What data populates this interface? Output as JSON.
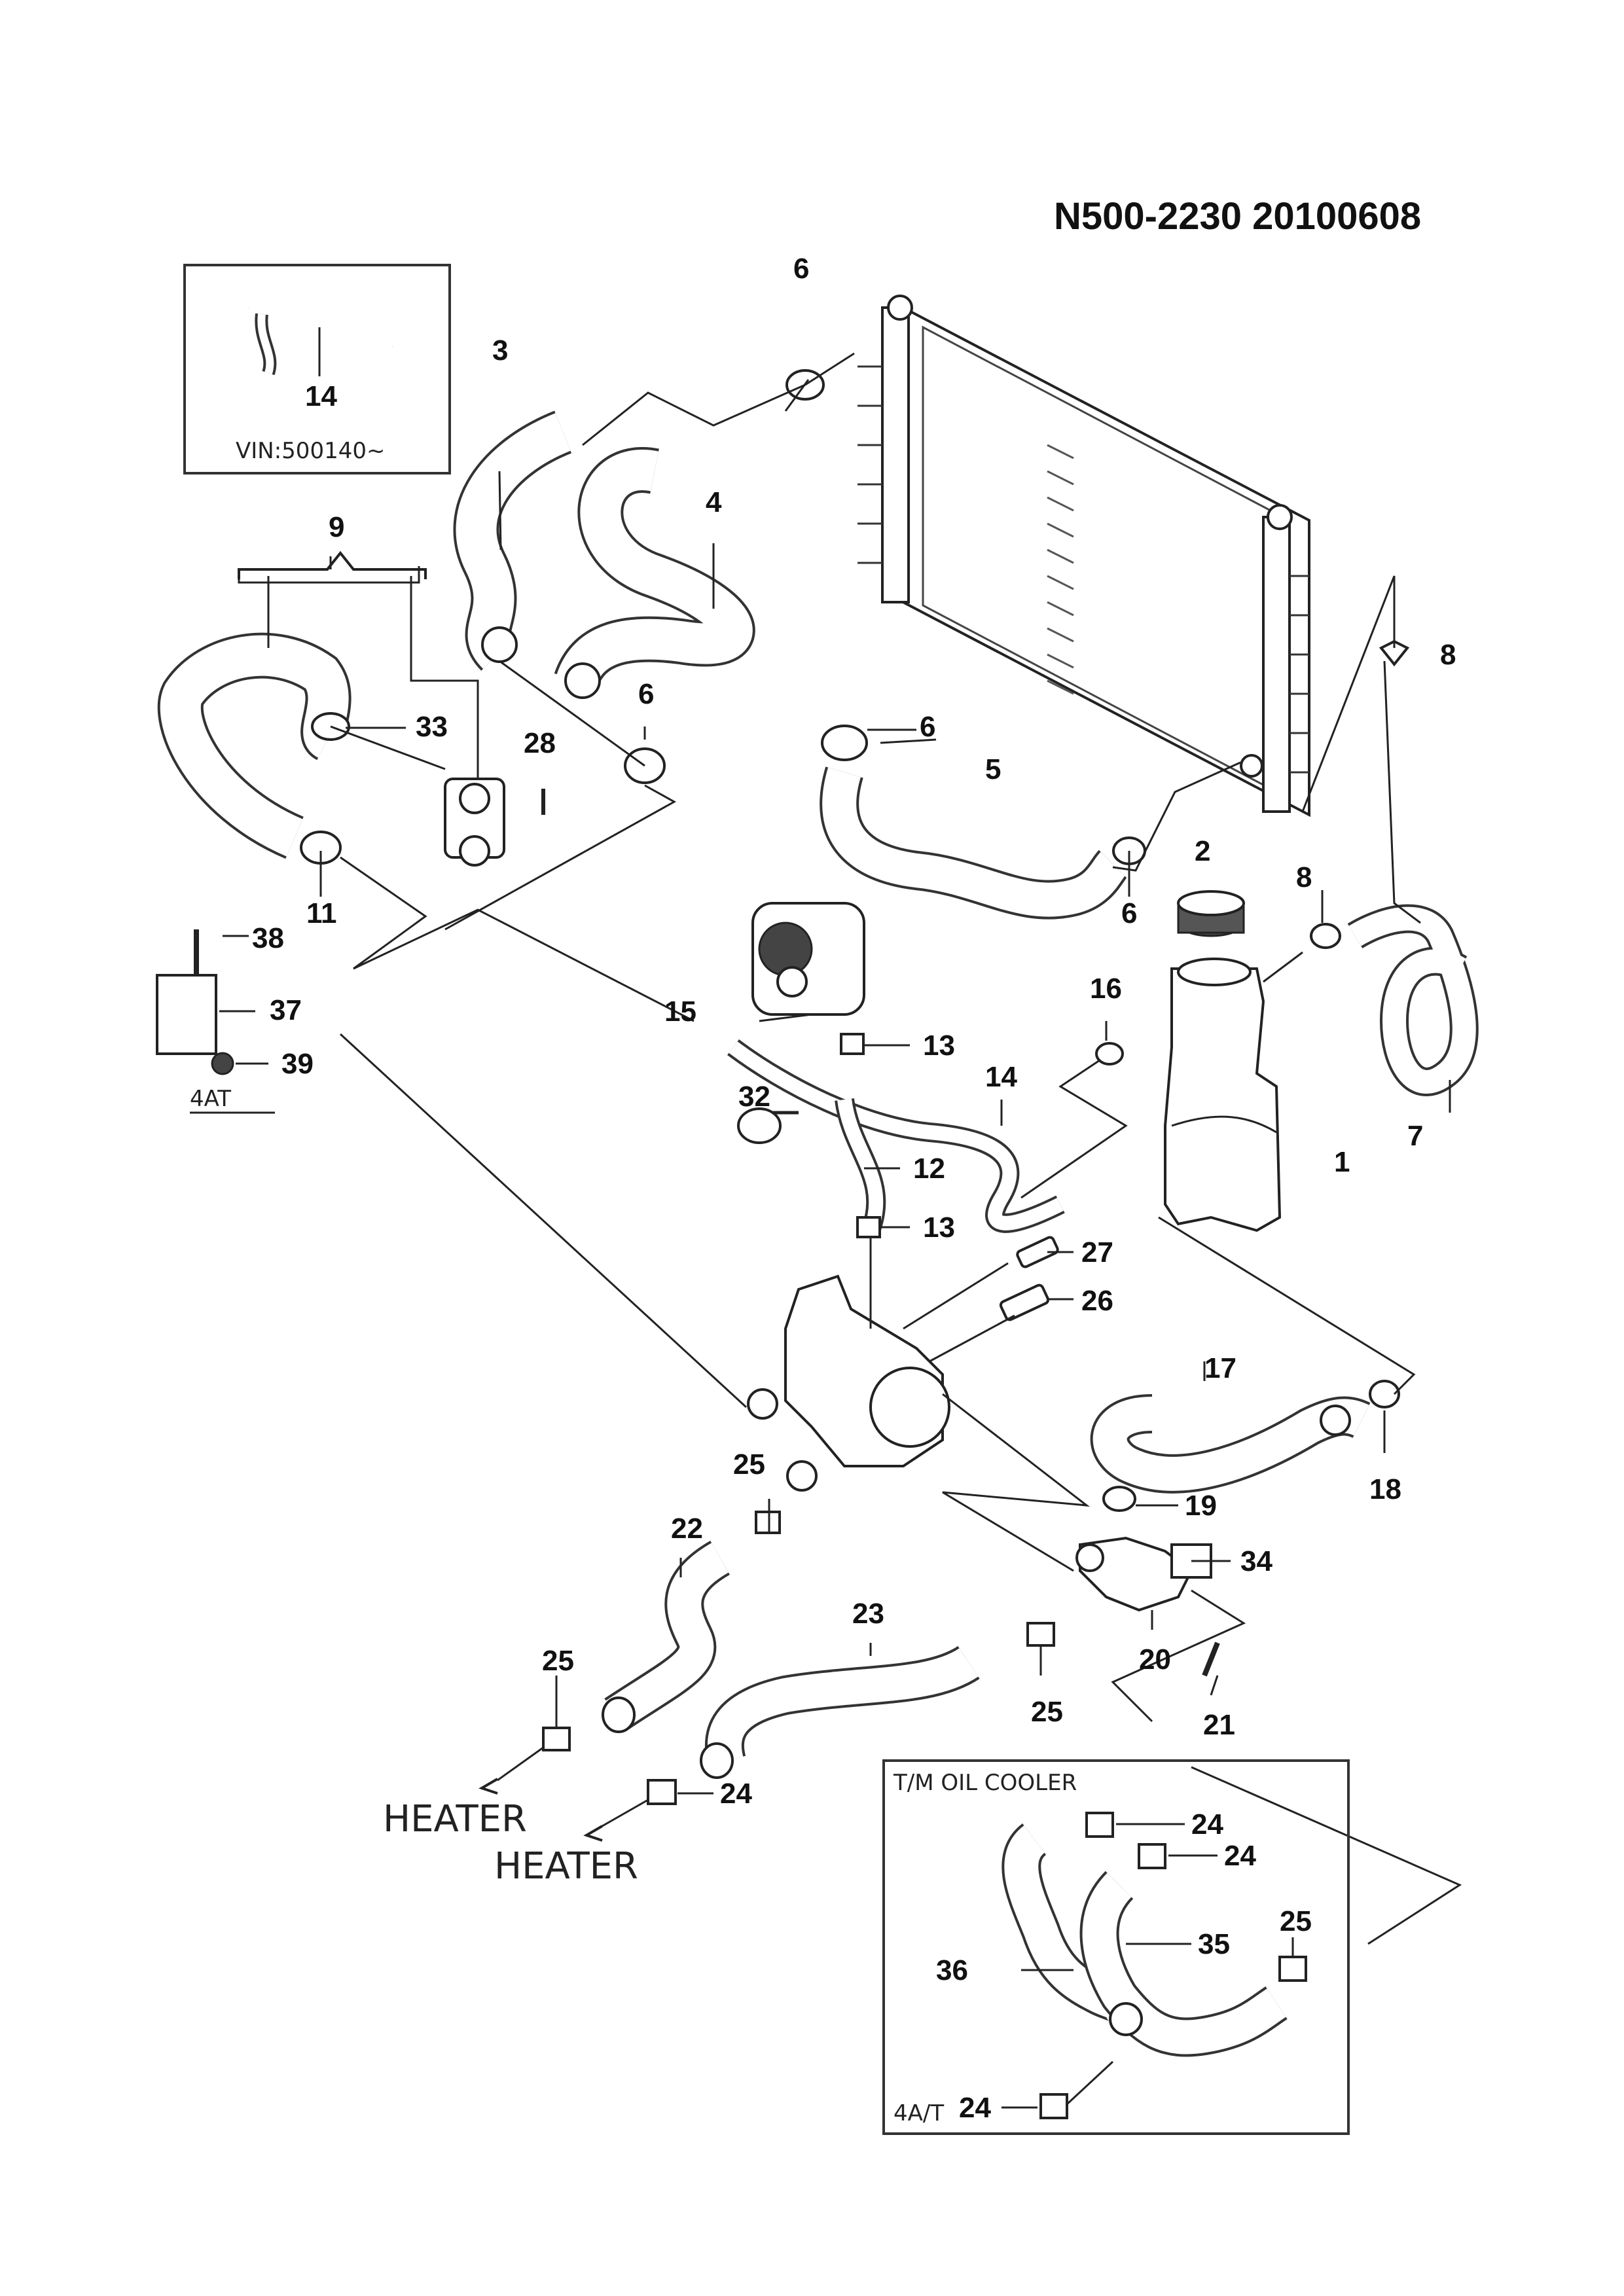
{
  "document_number": "N500-2230  20100608",
  "inset_top": {
    "part": "14",
    "vin_note": "VIN:500140~"
  },
  "inset_oil_cooler": {
    "title": "T/M OIL COOLER",
    "footer": "4A/T",
    "parts": [
      "24",
      "24",
      "35",
      "36",
      "25",
      "24"
    ]
  },
  "bracket_note": "4AT",
  "heater_labels": [
    "HEATER",
    "HEATER"
  ],
  "callouts": {
    "c1": "1",
    "c2": "2",
    "c3": "3",
    "c4": "4",
    "c5": "5",
    "c6a": "6",
    "c6b": "6",
    "c6c": "6",
    "c6d": "6",
    "c7": "7",
    "c8a": "8",
    "c8b": "8",
    "c9": "9",
    "c11": "11",
    "c12": "12",
    "c13a": "13",
    "c13b": "13",
    "c14": "14",
    "c15": "15",
    "c16": "16",
    "c17": "17",
    "c18": "18",
    "c19": "19",
    "c20": "20",
    "c21": "21",
    "c22": "22",
    "c23": "23",
    "c24": "24",
    "c25a": "25",
    "c25b": "25",
    "c25c": "25",
    "c26": "26",
    "c27": "27",
    "c28": "28",
    "c32": "32",
    "c33": "33",
    "c34": "34",
    "c37": "37",
    "c38": "38",
    "c39": "39"
  },
  "colors": {
    "line": "#222222",
    "background": "#ffffff"
  }
}
